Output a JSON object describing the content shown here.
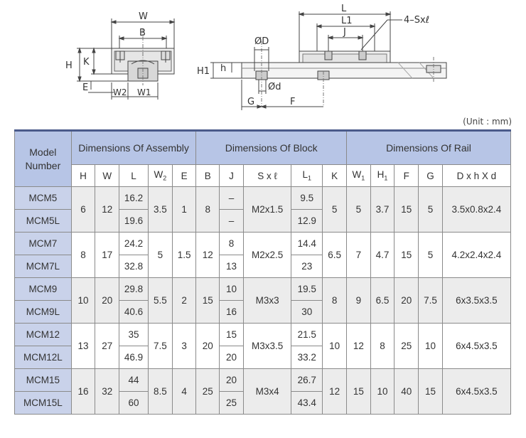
{
  "diagram_labels": {
    "W": "W",
    "B": "B",
    "H": "H",
    "K": "K",
    "E": "E",
    "W2": "W2",
    "W1": "W1",
    "L": "L",
    "L1": "L1",
    "J": "J",
    "SxL": "4–Sxℓ",
    "D": "ØD",
    "d": "Ød",
    "h": "h",
    "H1": "H1",
    "G": "G",
    "F": "F"
  },
  "unit": "(Unit : mm)",
  "header": {
    "model": [
      "Model",
      "Number"
    ],
    "group_assembly": "Dimensions Of Assembly",
    "group_block": "Dimensions Of Block",
    "group_rail": "Dimensions Of Rail",
    "cols": {
      "H": "H",
      "W": "W",
      "L": "L",
      "W2": "W",
      "W2_sub": "2",
      "E": "E",
      "B": "B",
      "J": "J",
      "SxL": "S x ℓ",
      "L1": "L",
      "L1_sub": "1",
      "K": "K",
      "W1": "W",
      "W1_sub": "1",
      "H1": "H",
      "H1_sub": "1",
      "F": "F",
      "G": "G",
      "DxhXd": "D x h X d"
    }
  },
  "rows": [
    {
      "m1": "MCM5",
      "m2": "MCM5L",
      "H": "6",
      "W": "12",
      "L1": "16.2",
      "L2": "19.6",
      "W2": "3.5",
      "E": "1",
      "B": "8",
      "J1": "–",
      "J2": "–",
      "S": "M2x1.5",
      "La": "9.5",
      "Lb": "12.9",
      "K": "5",
      "W1": "5",
      "H1": "3.7",
      "F": "15",
      "G": "5",
      "D": "3.5x0.8x2.4"
    },
    {
      "m1": "MCM7",
      "m2": "MCM7L",
      "H": "8",
      "W": "17",
      "L1": "24.2",
      "L2": "32.8",
      "W2": "5",
      "E": "1.5",
      "B": "12",
      "J1": "8",
      "J2": "13",
      "S": "M2x2.5",
      "La": "14.4",
      "Lb": "23",
      "K": "6.5",
      "W1": "7",
      "H1": "4.7",
      "F": "15",
      "G": "5",
      "D": "4.2x2.4x2.4"
    },
    {
      "m1": "MCM9",
      "m2": "MCM9L",
      "H": "10",
      "W": "20",
      "L1": "29.8",
      "L2": "40.6",
      "W2": "5.5",
      "E": "2",
      "B": "15",
      "J1": "10",
      "J2": "16",
      "S": "M3x3",
      "La": "19.5",
      "Lb": "30",
      "K": "8",
      "W1": "9",
      "H1": "6.5",
      "F": "20",
      "G": "7.5",
      "D": "6x3.5x3.5"
    },
    {
      "m1": "MCM12",
      "m2": "MCM12L",
      "H": "13",
      "W": "27",
      "L1": "35",
      "L2": "46.9",
      "W2": "7.5",
      "E": "3",
      "B": "20",
      "J1": "15",
      "J2": "20",
      "S": "M3x3.5",
      "La": "21.5",
      "Lb": "33.2",
      "K": "10",
      "W1": "12",
      "H1": "8",
      "F": "25",
      "G": "10",
      "D": "6x4.5x3.5"
    },
    {
      "m1": "MCM15",
      "m2": "MCM15L",
      "H": "16",
      "W": "32",
      "L1": "44",
      "L2": "60",
      "W2": "8.5",
      "E": "4",
      "B": "25",
      "J1": "20",
      "J2": "25",
      "S": "M3x4",
      "La": "26.7",
      "Lb": "43.4",
      "K": "12",
      "W1": "15",
      "H1": "10",
      "F": "40",
      "G": "15",
      "D": "6x4.5x3.5"
    }
  ]
}
